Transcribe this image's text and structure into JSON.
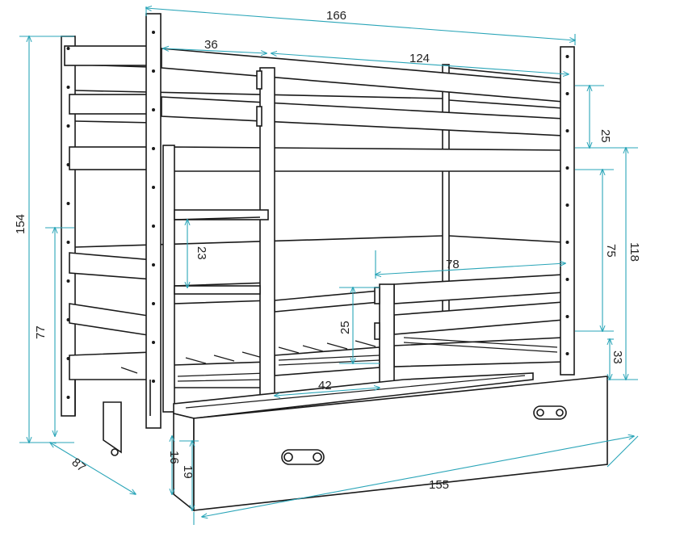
{
  "colors": {
    "dimension_line": "#2aa5b8",
    "outline": "#1a1a1a",
    "background": "#ffffff"
  },
  "dimensions": {
    "total_length": "166",
    "ladder_width": "36",
    "bed_length": "124",
    "top_rail_height": "25",
    "total_height": "154",
    "lower_height": "77",
    "ladder_step": "23",
    "guard_length": "78",
    "guard_height": "25",
    "opening": "42",
    "bed_clearance": "75",
    "upper_height": "118",
    "floor_height": "33",
    "drawer_length": "155",
    "drawer_height": "16",
    "drawer_front": "19",
    "depth": "87"
  }
}
